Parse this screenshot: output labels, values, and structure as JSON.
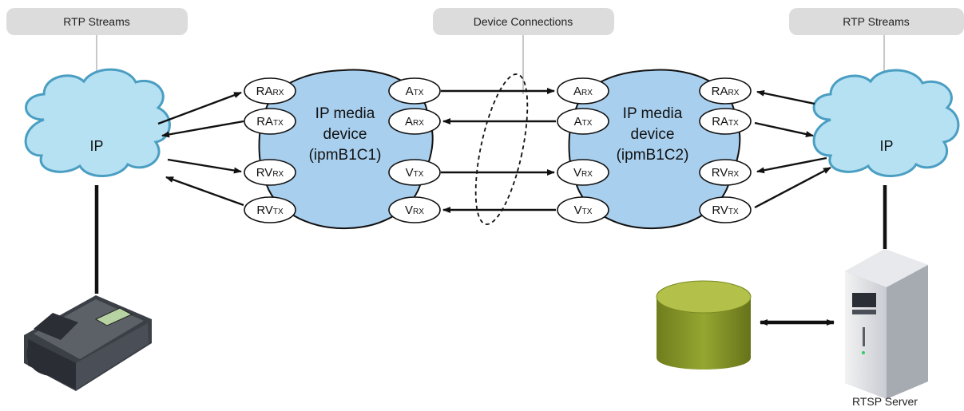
{
  "labels": {
    "rtp_streams_left": "RTP Streams",
    "device_connections": "Device Connections",
    "rtp_streams_right": "RTP Streams",
    "rtsp_server": "RTSP Server"
  },
  "clouds": {
    "left": "IP",
    "right": "IP"
  },
  "devices": {
    "left": {
      "line1": "IP media",
      "line2": "device",
      "line3": "(ipmB1C1)"
    },
    "right": {
      "line1": "IP media",
      "line2": "device",
      "line3": "(ipmB1C2)"
    }
  },
  "ports": {
    "left_outer": [
      {
        "main": "RA",
        "sub": "RX"
      },
      {
        "main": "RA",
        "sub": "TX"
      },
      {
        "main": "RV",
        "sub": "RX"
      },
      {
        "main": "RV",
        "sub": "TX"
      }
    ],
    "left_inner": [
      {
        "main": "A",
        "sub": "TX"
      },
      {
        "main": "A",
        "sub": "RX"
      },
      {
        "main": "V",
        "sub": "TX"
      },
      {
        "main": "V",
        "sub": "RX"
      }
    ],
    "right_inner": [
      {
        "main": "A",
        "sub": "RX"
      },
      {
        "main": "A",
        "sub": "TX"
      },
      {
        "main": "V",
        "sub": "RX"
      },
      {
        "main": "V",
        "sub": "TX"
      }
    ],
    "right_outer": [
      {
        "main": "RA",
        "sub": "RX"
      },
      {
        "main": "RA",
        "sub": "TX"
      },
      {
        "main": "RV",
        "sub": "RX"
      },
      {
        "main": "RV",
        "sub": "TX"
      }
    ]
  },
  "colors": {
    "device_fill": "#a9cfee",
    "cloud_fill": "#b6e1f3",
    "database_fill": "#8a9a2a",
    "tag_fill": "#dcdcdc"
  }
}
